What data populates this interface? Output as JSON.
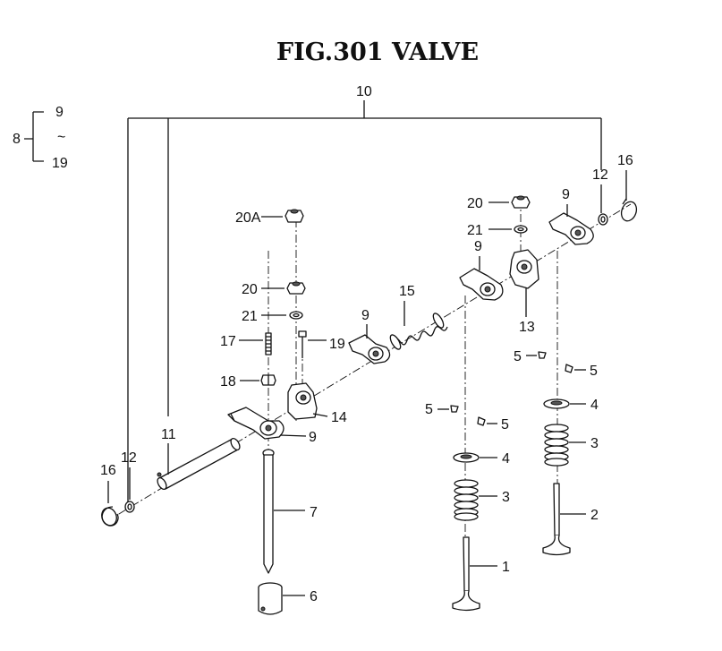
{
  "title": "FIG.301  VALVE",
  "legend": {
    "assembly": "8",
    "from": "9",
    "tilde": "~",
    "to": "19"
  },
  "labels": {
    "p1": "1",
    "p2": "2",
    "p3a": "3",
    "p3b": "3",
    "p4a": "4",
    "p4b": "4",
    "p5a": "5",
    "p5b": "5",
    "p5c": "5",
    "p5d": "5",
    "p6": "6",
    "p7": "7",
    "p9a": "9",
    "p9b": "9",
    "p9c": "9",
    "p9d": "9",
    "p10": "10",
    "p11": "11",
    "p12a": "12",
    "p12b": "12",
    "p13": "13",
    "p14": "14",
    "p15": "15",
    "p16a": "16",
    "p16b": "16",
    "p17": "17",
    "p18": "18",
    "p19": "19",
    "p20a": "20",
    "p20b": "20",
    "p20A": "20A",
    "p21a": "21",
    "p21b": "21"
  }
}
